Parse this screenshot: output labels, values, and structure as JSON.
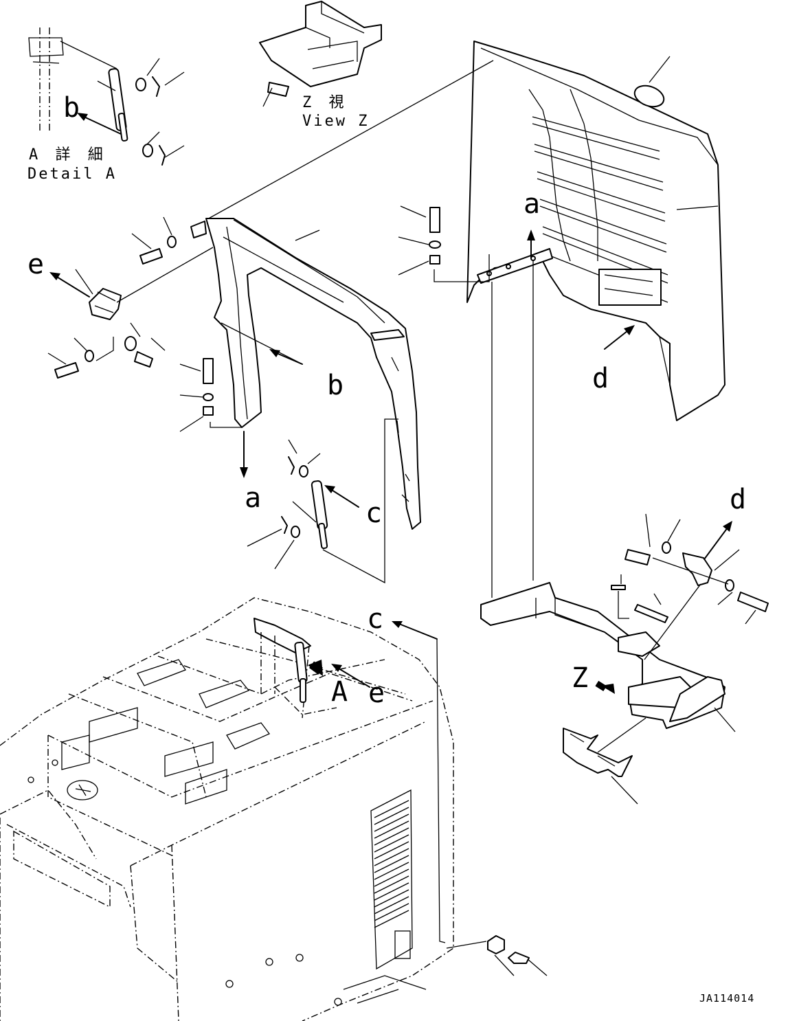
{
  "letters": {
    "a": "a",
    "b": "b",
    "c": "c",
    "d": "d",
    "e": "e",
    "A": "A",
    "Z": "Z"
  },
  "captions": {
    "detail_a_jp": "A 詳 細",
    "detail_a_en": "Detail A",
    "view_z_jp": "Z  視",
    "view_z_en": "View Z"
  },
  "drawing_code": "JA114014"
}
